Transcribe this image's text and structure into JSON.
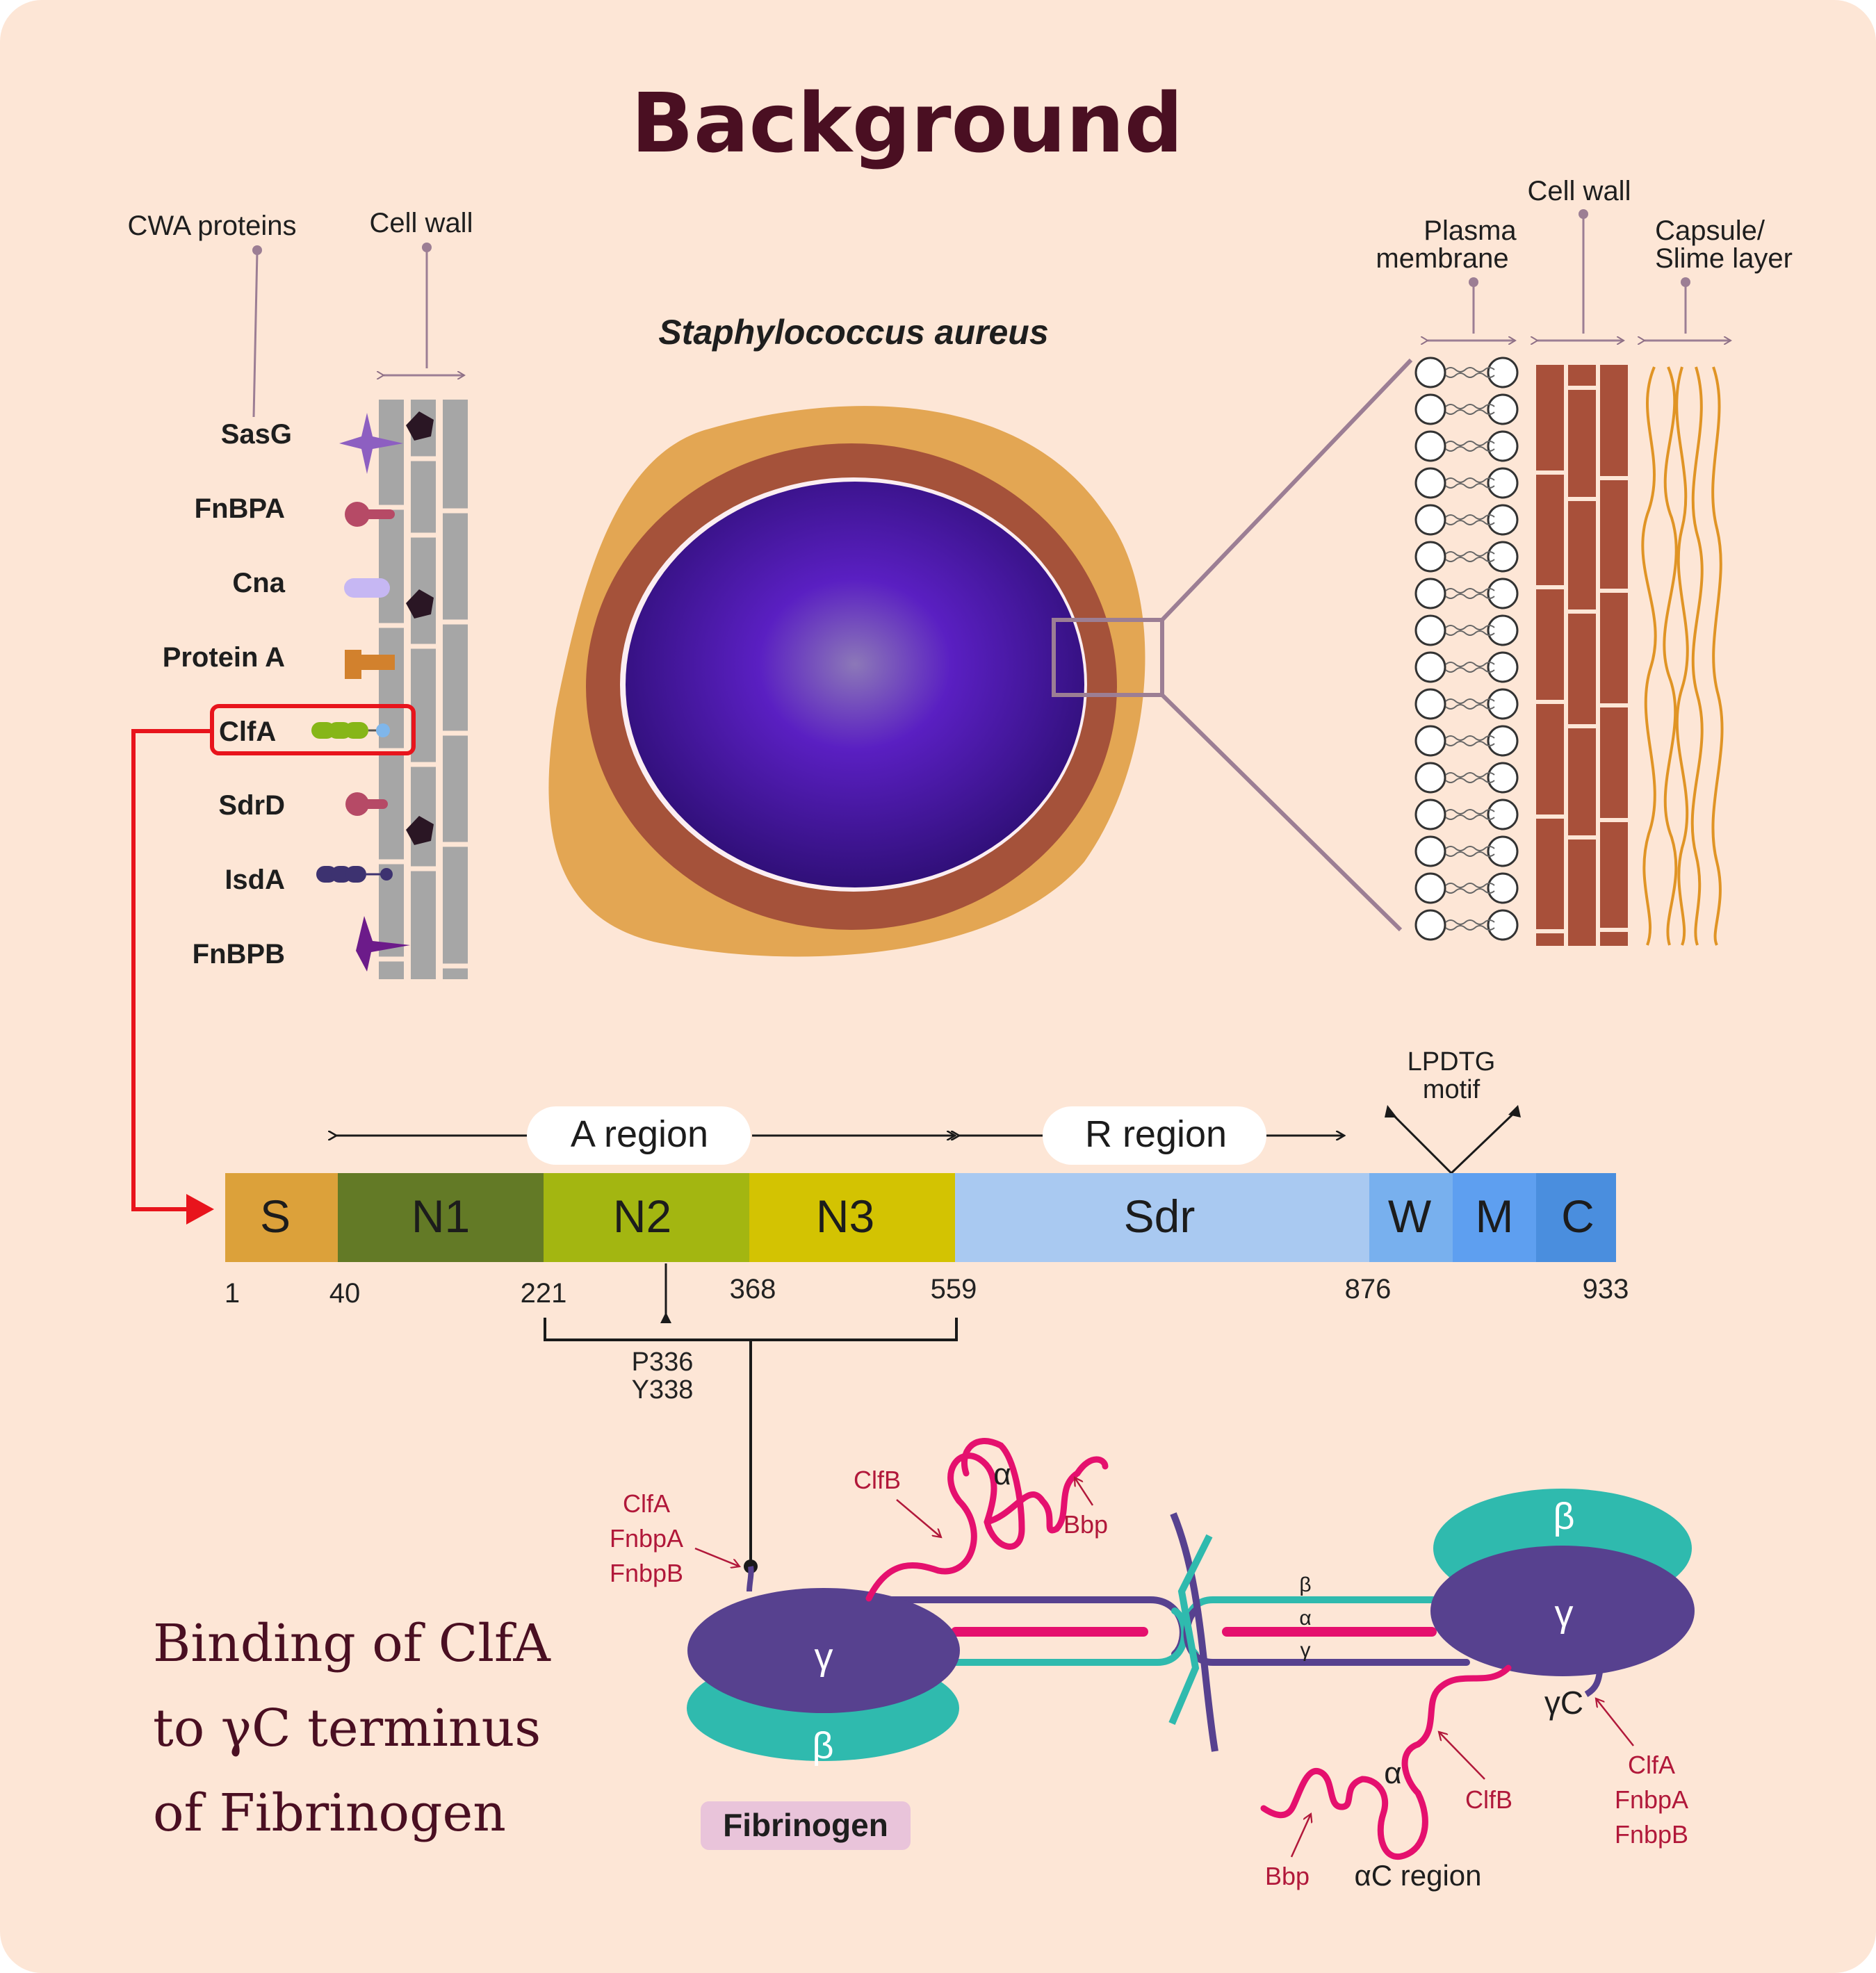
{
  "title": "Background",
  "organism": "Staphylococcus aureus",
  "left_panel": {
    "header_proteins": "CWA proteins",
    "header_wall": "Cell wall",
    "proteins": [
      "SasG",
      "FnBPA",
      "Cna",
      "Protein A",
      "ClfA",
      "SdrD",
      "IsdA",
      "FnBPB"
    ]
  },
  "right_panel": {
    "plasma_membrane": "Plasma membrane",
    "cell_wall": "Cell wall",
    "capsule": "Capsule/ Slime layer"
  },
  "clfa_domain": {
    "a_region": "A region",
    "r_region": "R region",
    "lpdtg": "LPDTG motif",
    "segments": [
      "S",
      "N1",
      "N2",
      "N3",
      "Sdr",
      "W",
      "M",
      "C"
    ],
    "positions": [
      "1",
      "40",
      "221",
      "368",
      "559",
      "876",
      "933"
    ],
    "residues": "P336 Y338"
  },
  "fibrinogen": {
    "label": "Fibrinogen",
    "gamma": "γ",
    "beta": "β",
    "alpha": "α",
    "gamma_c": "γC",
    "ac_region": "αC region",
    "chain_beta": "β",
    "chain_alpha": "α",
    "chain_gamma": "γ",
    "binders_left": [
      "ClfA",
      "FnbpA",
      "FnbpB"
    ],
    "binders_right": [
      "ClfA",
      "FnbpA",
      "FnbpB"
    ],
    "clfb": "ClfB",
    "bbp": "Bbp"
  },
  "caption": [
    "Binding of ClfA",
    "to γC terminus",
    "of Fibrinogen"
  ],
  "colors": {
    "background": "#fde6d6",
    "title": "#4a0f22",
    "highlight": "#e8141c",
    "membrane": "#a0522d",
    "capsule": "#e5a44a",
    "cytoplasm": "#4a12b0",
    "fibrinogen_gamma": "#57418f",
    "fibrinogen_beta": "#2fbaae",
    "alpha_chain": "#e5106e"
  }
}
